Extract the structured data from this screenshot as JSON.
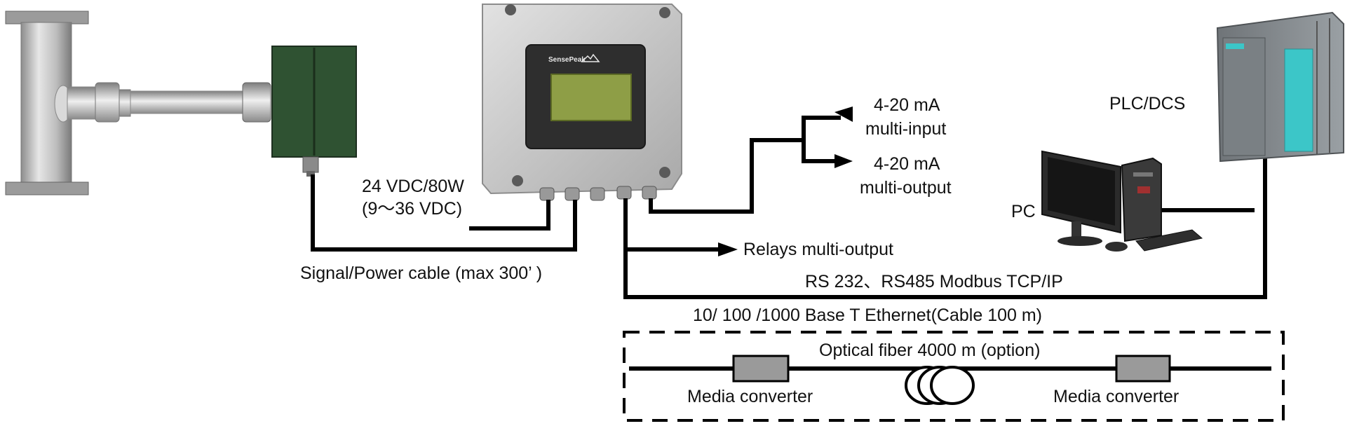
{
  "device": {
    "brand": "SensePeak"
  },
  "power": {
    "line1": "24 VDC/80W",
    "line2": "(9～36 VDC)"
  },
  "cable_label": "Signal/Power  cable (max 300’ )",
  "outputs": {
    "input_line1": "4-20 mA",
    "input_line2": "multi-input",
    "output_line1": "4-20 mA",
    "output_line2": "multi-output",
    "relays": "Relays multi-output"
  },
  "plc_label": "PLC/DCS",
  "pc_label": "PC",
  "comm": {
    "protocols": "RS 232、RS485 Modbus TCP/IP",
    "ethernet": "10/ 100 /1000 Base T Ethernet(Cable 100 m)"
  },
  "fiber": {
    "label": "Optical fiber 4000 m (option)",
    "converter_left": "Media converter",
    "converter_right": "Media converter"
  },
  "colors": {
    "line": "#000000",
    "enclosure": "#c9c9c9",
    "display": "#8e9e46",
    "sensor_box": "#2f5232",
    "converter": "#9a9a9a",
    "plc_accent": "#3cc6c8"
  }
}
